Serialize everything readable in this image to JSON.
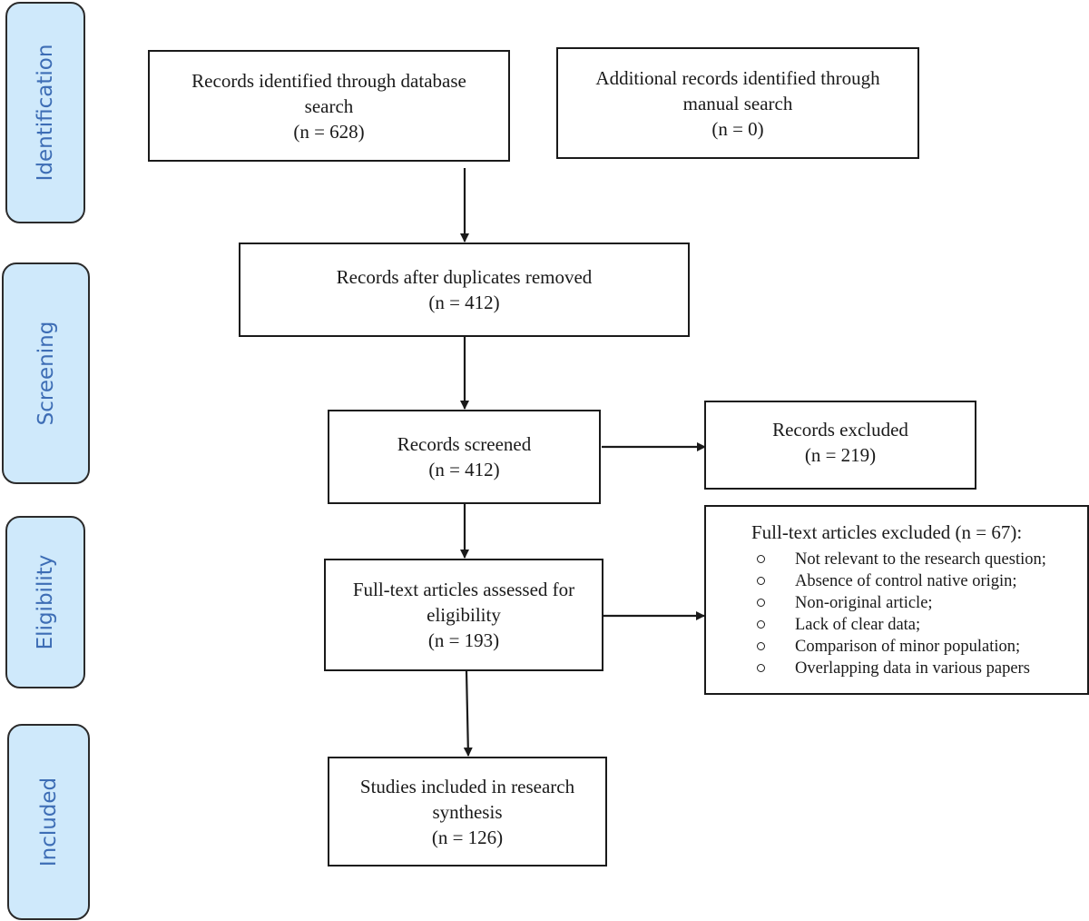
{
  "phases": {
    "identification": "Identification",
    "screening": "Screening",
    "eligibility": "Eligibility",
    "included": "Included"
  },
  "boxes": {
    "database_search": {
      "line1": "Records identified through database",
      "line2": "search",
      "line3": "(n = 628)"
    },
    "manual_search": {
      "line1": "Additional records identified through",
      "line2": "manual search",
      "line3": "(n = 0)"
    },
    "duplicates_removed": {
      "line1": "Records after duplicates removed",
      "line2": "(n = 412)"
    },
    "screened": {
      "line1": "Records screened",
      "line2": "(n = 412)"
    },
    "excluded": {
      "line1": "Records excluded",
      "line2": "(n = 219)"
    },
    "full_text_assessed": {
      "line1": "Full-text articles assessed for",
      "line2": "eligibility",
      "line3": "(n = 193)"
    },
    "included_studies": {
      "line1": "Studies included in research",
      "line2": "synthesis",
      "line3": "(n = 126)"
    }
  },
  "full_text_excluded": {
    "title": "Full-text articles excluded (n = 67):",
    "reasons": [
      "Not relevant to the research question;",
      "Absence of control native origin;",
      "Non-original article;",
      "Lack of clear data;",
      "Comparison of minor population;",
      "Overlapping data in various papers"
    ]
  }
}
